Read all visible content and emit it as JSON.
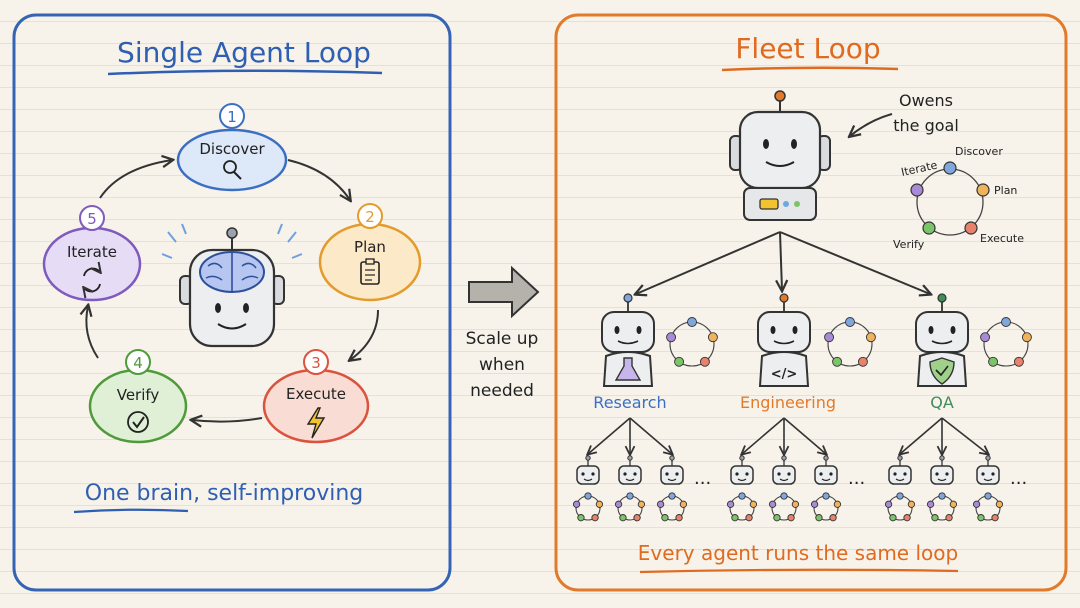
{
  "left_panel": {
    "title": "Single Agent Loop",
    "steps": [
      {
        "num": "1",
        "label": "Discover",
        "color": "#3b6fc4",
        "fill": "#dde8f8",
        "icon": "magnifier-icon"
      },
      {
        "num": "2",
        "label": "Plan",
        "color": "#e39b2c",
        "fill": "#fbe9c8",
        "icon": "clipboard-icon"
      },
      {
        "num": "3",
        "label": "Execute",
        "color": "#d9533f",
        "fill": "#f9dcd4",
        "icon": "lightning-icon"
      },
      {
        "num": "4",
        "label": "Verify",
        "color": "#4f9a3b",
        "fill": "#dff0d6",
        "icon": "checkmark-icon"
      },
      {
        "num": "5",
        "label": "Iterate",
        "color": "#7e5bbd",
        "fill": "#e7dcf5",
        "icon": "cycle-icon"
      }
    ],
    "caption": "One brain, self-improving"
  },
  "middle": {
    "line1": "Scale up",
    "line2": "when",
    "line3": "needed"
  },
  "right_panel": {
    "title": "Fleet Loop",
    "owner_note_1": "Owens",
    "owner_note_2": "the goal",
    "mini_loop": [
      "Discover",
      "Plan",
      "Execute",
      "Verify",
      "Iterate"
    ],
    "teams": [
      {
        "label": "Research",
        "color": "#3b6fc4",
        "icon": "flask-icon"
      },
      {
        "label": "Engineering",
        "color": "#e27a2c",
        "icon": "code-icon"
      },
      {
        "label": "QA",
        "color": "#3f8d58",
        "icon": "shield-icon"
      }
    ],
    "ellipsis": "...",
    "caption": "Every agent runs the same loop"
  },
  "colors": {
    "left_border": "#3564b5",
    "right_border": "#e27a2c",
    "ink": "#333333",
    "loop_dots": [
      "#7fa7dc",
      "#f0b25a",
      "#e7826c",
      "#7cc46a",
      "#a88ad6"
    ]
  }
}
